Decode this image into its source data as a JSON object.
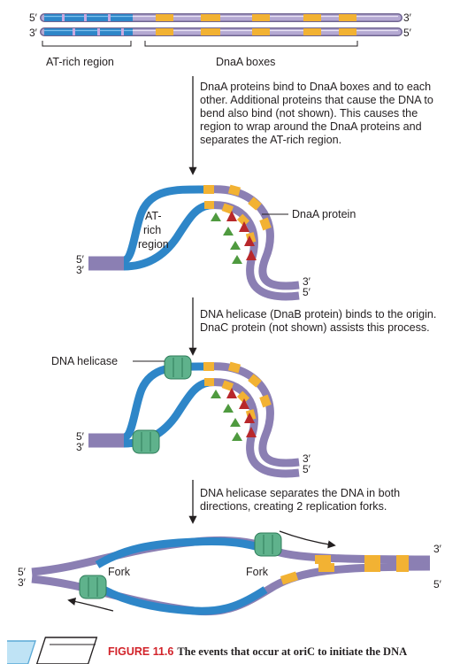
{
  "panel1": {
    "top_strand_left": "5′",
    "bottom_strand_left": "3′",
    "top_strand_right": "3′",
    "bottom_strand_right": "5′",
    "at_rich_label": "AT-rich region",
    "dnaa_boxes_label": "DnaA boxes"
  },
  "steps": {
    "step1": "DnaA proteins bind to DnaA boxes and to each other. Additional proteins that cause the DNA to bend also bind (not shown). This causes the region to wrap around the DnaA proteins and separates the AT-rich region.",
    "step2": "DNA helicase (DnaB protein) binds to the origin. DnaC protein (not shown) assists this process.",
    "step3": "DNA helicase separates the DNA in both directions, creating 2 replication forks."
  },
  "panel2": {
    "at_rich_line1": "AT-",
    "at_rich_line2": "rich",
    "at_rich_line3": "region",
    "dnaa_protein_label": "DnaA protein",
    "left_top": "5′",
    "left_bottom": "3′",
    "right_top": "3′",
    "right_bottom": "5′"
  },
  "panel3": {
    "helicase_label": "DNA helicase",
    "left_top": "5′",
    "left_bottom": "3′",
    "right_top": "3′",
    "right_bottom": "5′"
  },
  "panel4": {
    "fork_left_label": "Fork",
    "fork_right_label": "Fork",
    "left_top": "5′",
    "left_bottom": "3′",
    "right_top": "3′",
    "right_bottom": "5′"
  },
  "caption": {
    "figure_number": "FIGURE 11.6",
    "text": "The events that occur at oriC to initiate the DNA"
  },
  "colors": {
    "at_rich_strand": "#2e86c8",
    "gc_strand": "#a89bc8",
    "dnaa_box": "#f2b233",
    "dnaa_protein_red": "#b8272b",
    "dnaa_protein_green": "#4f9a3f",
    "helicase": "#5fb28c",
    "caption_red": "#d2232a"
  }
}
